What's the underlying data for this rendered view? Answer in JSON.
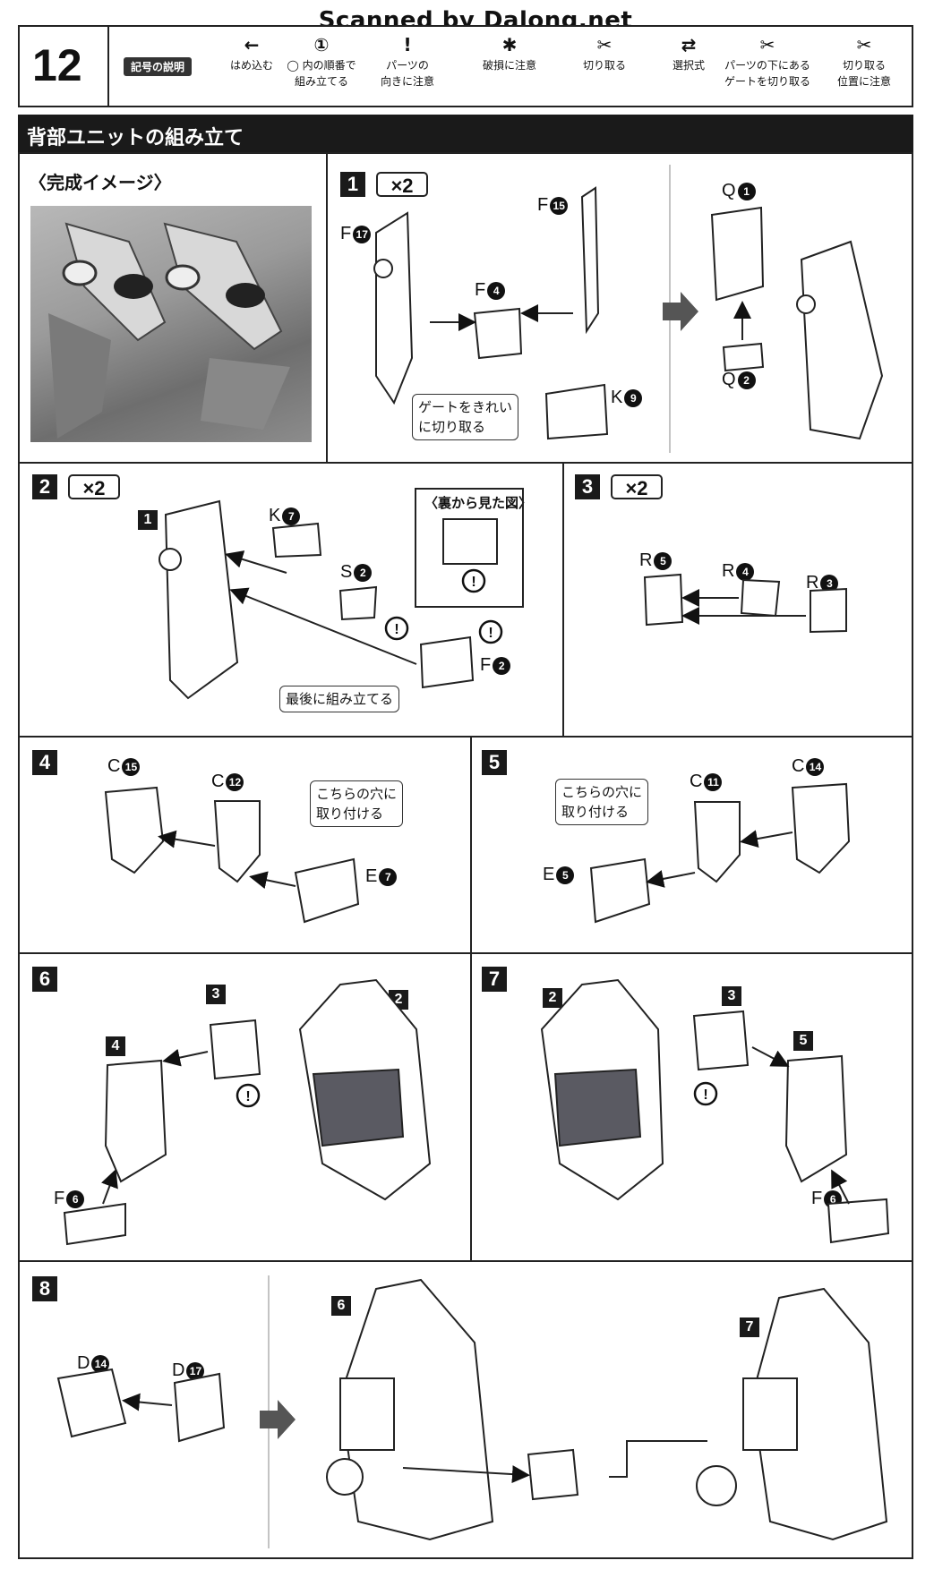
{
  "watermark": "Scanned by Dalong.net",
  "page_number": "12",
  "legend": {
    "badge": "記号の説明",
    "items": [
      {
        "icon": "arrow-left-icon",
        "text": "はめ込む"
      },
      {
        "icon": "numbered-hex-icon",
        "text": "◯ 内の順番で\n組み立てる"
      },
      {
        "icon": "exclamation-icon",
        "text": "パーツの\n向きに注意"
      },
      {
        "icon": "breakage-icon",
        "text": "破損に注意"
      },
      {
        "icon": "nipper-icon",
        "text": "切り取る"
      },
      {
        "icon": "choice-arrows-icon",
        "text": "選択式"
      },
      {
        "icon": "gate-cut-icon",
        "text": "パーツの下にある\nゲートを切り取る"
      },
      {
        "icon": "cut-position-icon",
        "text": "切り取る\n位置に注意"
      }
    ]
  },
  "section_title": "背部ユニットの組み立て",
  "complete_image_title": "〈完成イメージ〉",
  "steps": {
    "s1": {
      "num": "1",
      "mult": "×2",
      "note": "ゲートをきれい\nに切り取る",
      "labels": [
        {
          "p": "F",
          "n": "17"
        },
        {
          "p": "F",
          "n": "15"
        },
        {
          "p": "F",
          "n": "4"
        },
        {
          "p": "K",
          "n": "9"
        },
        {
          "p": "Q",
          "n": "1"
        },
        {
          "p": "Q",
          "n": "2"
        }
      ]
    },
    "s2": {
      "num": "2",
      "mult": "×2",
      "inset_title": "〈裏から見た図〉",
      "note": "最後に組み立てる",
      "labels": [
        {
          "p": "1",
          "n": ""
        },
        {
          "p": "K",
          "n": "7"
        },
        {
          "p": "S",
          "n": "2"
        },
        {
          "p": "F",
          "n": "2"
        }
      ]
    },
    "s3": {
      "num": "3",
      "mult": "×2",
      "labels": [
        {
          "p": "R",
          "n": "5"
        },
        {
          "p": "R",
          "n": "4"
        },
        {
          "p": "R",
          "n": "3"
        }
      ]
    },
    "s4": {
      "num": "4",
      "note": "こちらの穴に\n取り付ける",
      "labels": [
        {
          "p": "C",
          "n": "15"
        },
        {
          "p": "C",
          "n": "12"
        },
        {
          "p": "E",
          "n": "7"
        }
      ]
    },
    "s5": {
      "num": "5",
      "note": "こちらの穴に\n取り付ける",
      "labels": [
        {
          "p": "C",
          "n": "11"
        },
        {
          "p": "C",
          "n": "14"
        },
        {
          "p": "E",
          "n": "5"
        }
      ]
    },
    "s6": {
      "num": "6",
      "refs": [
        "3",
        "2",
        "4"
      ],
      "labels": [
        {
          "p": "F",
          "n": "6"
        }
      ]
    },
    "s7": {
      "num": "7",
      "refs": [
        "2",
        "3",
        "5"
      ],
      "labels": [
        {
          "p": "F",
          "n": "6"
        }
      ]
    },
    "s8": {
      "num": "8",
      "refs": [
        "6",
        "7"
      ],
      "labels": [
        {
          "p": "D",
          "n": "14"
        },
        {
          "p": "D",
          "n": "17"
        }
      ]
    }
  },
  "colors": {
    "dark": "#1a1a1a",
    "shade": "#5a5a62",
    "line": "#222222"
  }
}
